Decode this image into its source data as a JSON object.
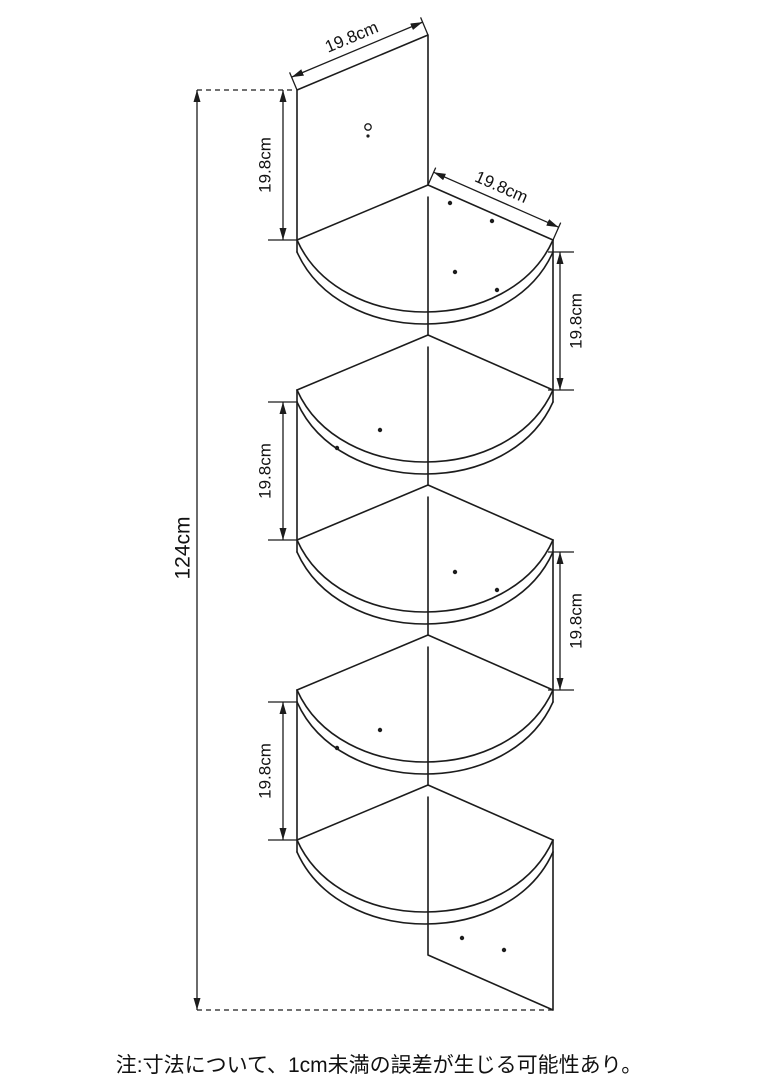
{
  "ink_color": "#1c1c1c",
  "dimensions": {
    "top_width": "19.8cm",
    "top_panel_height": "19.8cm",
    "shelf_depth": "19.8cm",
    "tier1_spacing": "19.8cm",
    "tier2_spacing": "19.8cm",
    "tier3_spacing": "19.8cm",
    "tier4_spacing": "19.8cm",
    "total_height": "124cm"
  },
  "note": "注:寸法について、1cm未満の誤差が生じる可能性あり。"
}
